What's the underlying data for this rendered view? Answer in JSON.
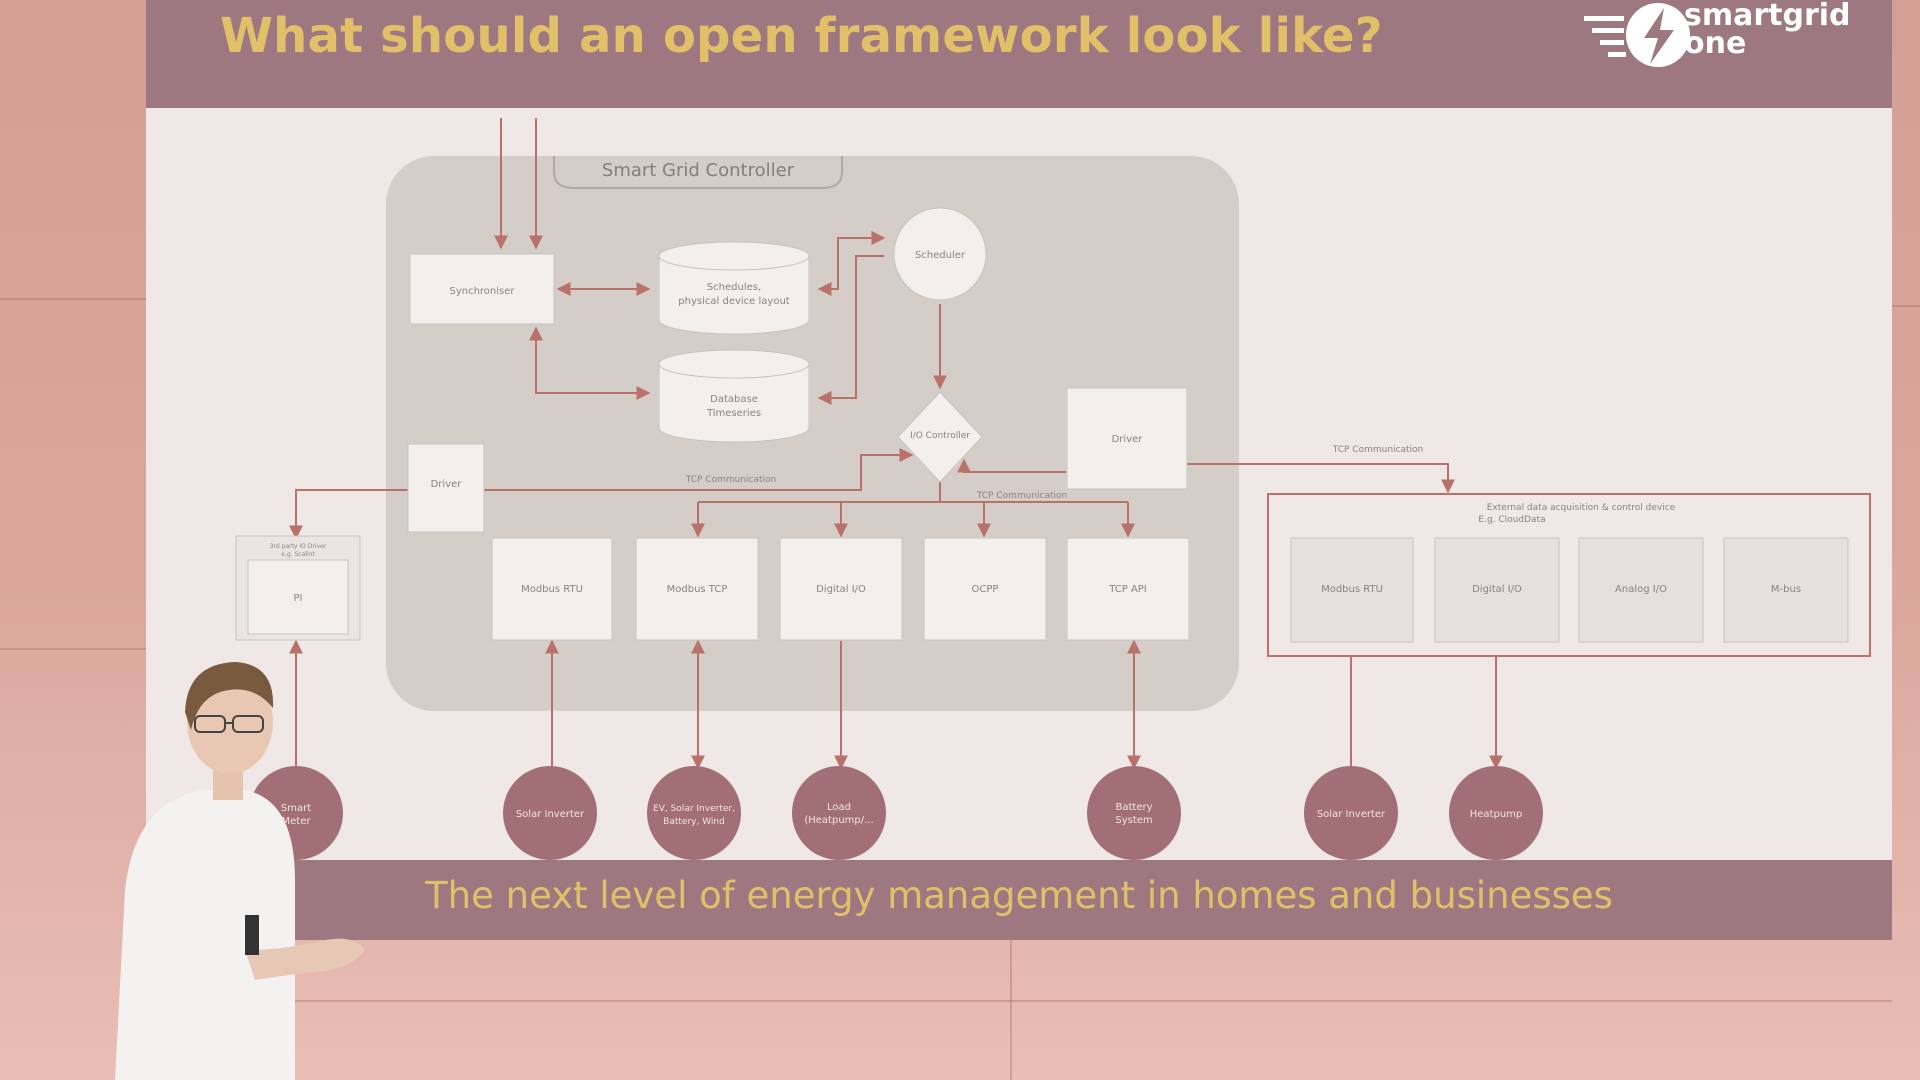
{
  "slide": {
    "title": "What should an open framework look like?",
    "tagline": "The next level of energy management in homes and businesses",
    "logo": {
      "line1": "smartgrid",
      "line2": "one",
      "icon": "lightning-bolt-icon"
    }
  },
  "diagram": {
    "controller_label": "Smart Grid Controller",
    "synchroniser": "Synchroniser",
    "db_schedules": [
      "Schedules,",
      "physical device layout"
    ],
    "db_timeseries": [
      "Database",
      "Timeseries"
    ],
    "scheduler": "Scheduler",
    "io_controller": "I/O Controller",
    "driver_left": "Driver",
    "driver_right": "Driver",
    "tcp_left": "TCP Communication",
    "tcp_mid": "TCP Communication",
    "tcp_right": "TCP Communication",
    "modules": [
      "Modbus RTU",
      "Modbus TCP",
      "Digital I/O",
      "OCPP",
      "TCP API"
    ],
    "third_party": {
      "title": [
        "3rd party IO Driver",
        "e.g. Scalint"
      ],
      "inner": "PI"
    },
    "external": {
      "title": [
        "External data acquisition & control device",
        "E.g. CloudData"
      ],
      "modules": [
        "Modbus RTU",
        "Digital I/O",
        "Analog I/O",
        "M-bus"
      ]
    },
    "devices": [
      [
        "Smart",
        "Meter"
      ],
      [
        "Solar Inverter"
      ],
      [
        "EV, Solar Inverter,",
        "Battery, Wind"
      ],
      [
        "Load",
        "(Heatpump/..."
      ],
      [
        "Battery",
        "System"
      ],
      [
        "Solar Inverter"
      ],
      [
        "Heatpump"
      ]
    ]
  },
  "colors": {
    "header": "#9d7880",
    "title": "#e2c06a",
    "line": "#b8726a",
    "device_circle": "#a26f76",
    "controller_bg": "#d5cec8"
  }
}
